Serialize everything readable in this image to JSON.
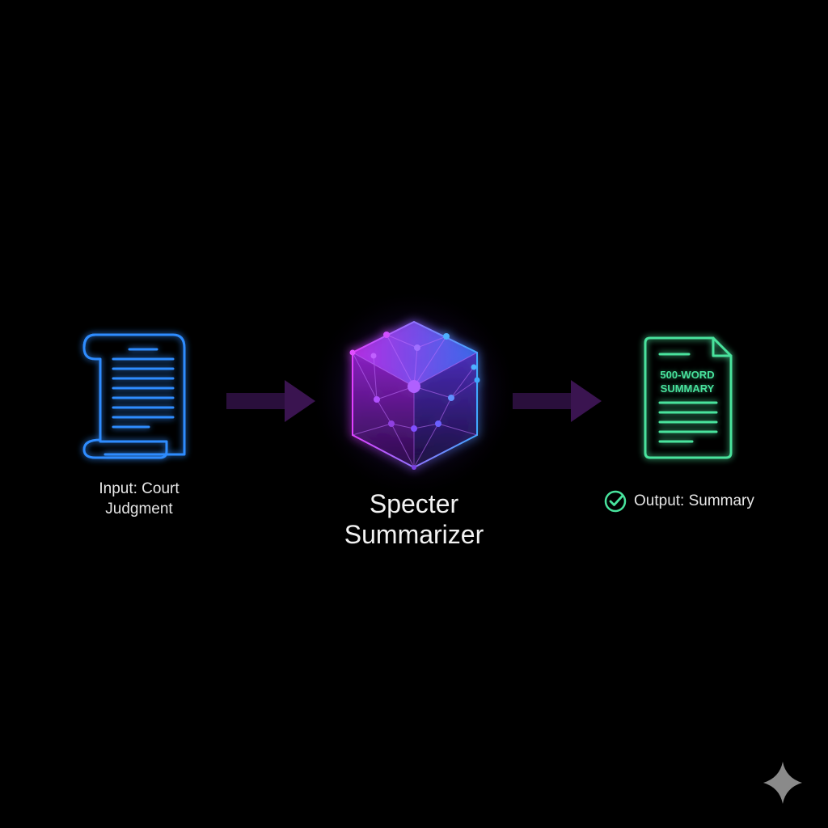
{
  "diagram": {
    "input": {
      "label_line1": "Input: Court",
      "label_line2": "Judgment",
      "icon": "scroll-document-icon",
      "color": "#2f8cff"
    },
    "model": {
      "label_line1": "Specter",
      "label_line2": "Summarizer",
      "icon": "neural-cube-icon",
      "color_primary": "#b43cff",
      "color_secondary": "#3aa0ff"
    },
    "output": {
      "label": "Output: Summary",
      "doc_text_line1": "500-WORD",
      "doc_text_line2": "SUMMARY",
      "icon": "summary-document-icon",
      "check_icon": "check-circle-icon",
      "color": "#48e39d"
    },
    "arrows": {
      "icon": "arrow-right-icon",
      "color": "#3a1450"
    },
    "watermark": {
      "icon": "sparkle-icon",
      "color": "#8a8a8a"
    }
  }
}
